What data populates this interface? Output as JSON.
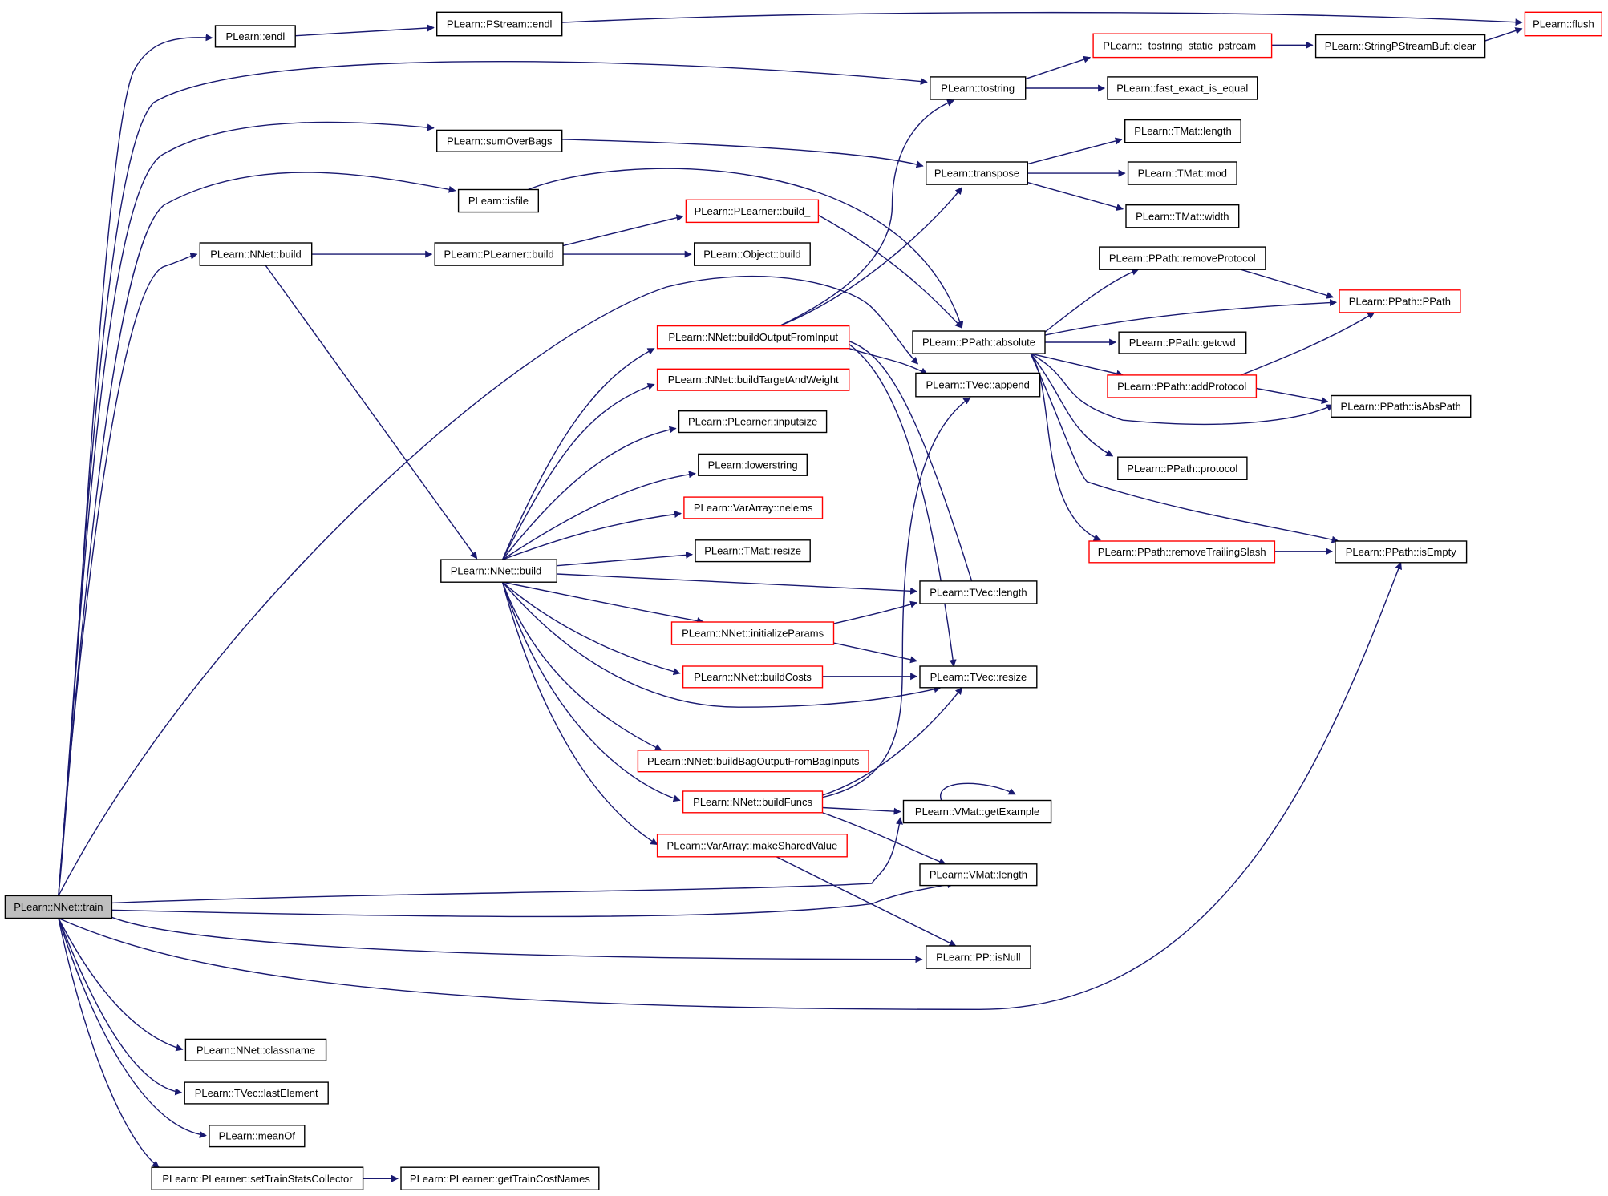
{
  "diagram": {
    "nodes": [
      {
        "id": "train",
        "label": "PLearn::NNet::train",
        "style": "gray"
      },
      {
        "id": "endl",
        "label": "PLearn::endl",
        "style": "black"
      },
      {
        "id": "pstream_endl",
        "label": "PLearn::PStream::endl",
        "style": "black"
      },
      {
        "id": "flush",
        "label": "PLearn::flush",
        "style": "red"
      },
      {
        "id": "tostring_static",
        "label": "PLearn::_tostring_static_pstream_",
        "style": "red"
      },
      {
        "id": "spsb_clear",
        "label": "PLearn::StringPStreamBuf::clear",
        "style": "black"
      },
      {
        "id": "tostring",
        "label": "PLearn::tostring",
        "style": "black"
      },
      {
        "id": "fast_exact",
        "label": "PLearn::fast_exact_is_equal",
        "style": "black"
      },
      {
        "id": "sumOverBags",
        "label": "PLearn::sumOverBags",
        "style": "black"
      },
      {
        "id": "tmat_length",
        "label": "PLearn::TMat::length",
        "style": "black"
      },
      {
        "id": "transpose",
        "label": "PLearn::transpose",
        "style": "black"
      },
      {
        "id": "tmat_mod",
        "label": "PLearn::TMat::mod",
        "style": "black"
      },
      {
        "id": "isfile",
        "label": "PLearn::isfile",
        "style": "black"
      },
      {
        "id": "tmat_width",
        "label": "PLearn::TMat::width",
        "style": "black"
      },
      {
        "id": "plearner_build_",
        "label": "PLearn::PLearner::build_",
        "style": "red"
      },
      {
        "id": "nnet_build",
        "label": "PLearn::NNet::build",
        "style": "black"
      },
      {
        "id": "plearner_build",
        "label": "PLearn::PLearner::build",
        "style": "black"
      },
      {
        "id": "object_build",
        "label": "PLearn::Object::build",
        "style": "black"
      },
      {
        "id": "removeProtocol",
        "label": "PLearn::PPath::removeProtocol",
        "style": "black"
      },
      {
        "id": "ppath",
        "label": "PLearn::PPath::PPath",
        "style": "red"
      },
      {
        "id": "buildOutputFromInput",
        "label": "PLearn::NNet::buildOutputFromInput",
        "style": "red"
      },
      {
        "id": "absolute",
        "label": "PLearn::PPath::absolute",
        "style": "black"
      },
      {
        "id": "getcwd",
        "label": "PLearn::PPath::getcwd",
        "style": "black"
      },
      {
        "id": "buildTargetAndWeight",
        "label": "PLearn::NNet::buildTargetAndWeight",
        "style": "red"
      },
      {
        "id": "tvec_append",
        "label": "PLearn::TVec::append",
        "style": "black"
      },
      {
        "id": "addProtocol",
        "label": "PLearn::PPath::addProtocol",
        "style": "red"
      },
      {
        "id": "isAbsPath",
        "label": "PLearn::PPath::isAbsPath",
        "style": "black"
      },
      {
        "id": "inputsize",
        "label": "PLearn::PLearner::inputsize",
        "style": "black"
      },
      {
        "id": "lowerstring",
        "label": "PLearn::lowerstring",
        "style": "black"
      },
      {
        "id": "protocol",
        "label": "PLearn::PPath::protocol",
        "style": "black"
      },
      {
        "id": "nelems",
        "label": "PLearn::VarArray::nelems",
        "style": "red"
      },
      {
        "id": "tmat_resize",
        "label": "PLearn::TMat::resize",
        "style": "black"
      },
      {
        "id": "removeTrailingSlash",
        "label": "PLearn::PPath::removeTrailingSlash",
        "style": "red"
      },
      {
        "id": "isEmpty",
        "label": "PLearn::PPath::isEmpty",
        "style": "black"
      },
      {
        "id": "nnet_build_",
        "label": "PLearn::NNet::build_",
        "style": "black"
      },
      {
        "id": "tvec_length",
        "label": "PLearn::TVec::length",
        "style": "black"
      },
      {
        "id": "initializeParams",
        "label": "PLearn::NNet::initializeParams",
        "style": "red"
      },
      {
        "id": "buildCosts",
        "label": "PLearn::NNet::buildCosts",
        "style": "red"
      },
      {
        "id": "tvec_resize",
        "label": "PLearn::TVec::resize",
        "style": "black"
      },
      {
        "id": "buildBagOutput",
        "label": "PLearn::NNet::buildBagOutputFromBagInputs",
        "style": "red"
      },
      {
        "id": "buildFuncs",
        "label": "PLearn::NNet::buildFuncs",
        "style": "red"
      },
      {
        "id": "getExample",
        "label": "PLearn::VMat::getExample",
        "style": "black"
      },
      {
        "id": "makeSharedValue",
        "label": "PLearn::VarArray::makeSharedValue",
        "style": "red"
      },
      {
        "id": "vmat_length",
        "label": "PLearn::VMat::length",
        "style": "black"
      },
      {
        "id": "isNull",
        "label": "PLearn::PP::isNull",
        "style": "black"
      },
      {
        "id": "classname",
        "label": "PLearn::NNet::classname",
        "style": "black"
      },
      {
        "id": "lastElement",
        "label": "PLearn::TVec::lastElement",
        "style": "black"
      },
      {
        "id": "meanOf",
        "label": "PLearn::meanOf",
        "style": "black"
      },
      {
        "id": "setTrainStats",
        "label": "PLearn::PLearner::setTrainStatsCollector",
        "style": "black"
      },
      {
        "id": "getTrainCostNames",
        "label": "PLearn::PLearner::getTrainCostNames",
        "style": "black"
      }
    ]
  }
}
